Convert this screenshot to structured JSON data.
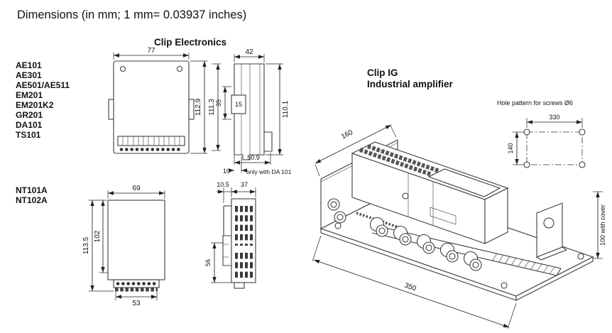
{
  "page": {
    "title": "Dimensions (in mm; 1 mm= 0.03937 inches)"
  },
  "clip_electronics": {
    "heading": "Clip Electronics",
    "models": [
      "AE101",
      "AE301",
      "AE501/AE511",
      "EM201",
      "EM201K2",
      "GR201",
      "DA101",
      "TS101"
    ],
    "front_view": {
      "dim_width": "77",
      "dim_height_outer": "112.9",
      "dim_height_inner": "111.3"
    },
    "side_view": {
      "dim_depth": "42",
      "dim_35": "35",
      "dim_15": "15",
      "dim_height": "110.1",
      "dim_50_9": "50.9",
      "dim_10": "10",
      "note": "only with DA 101"
    }
  },
  "nt_units": {
    "models": [
      "NT101A",
      "NT102A"
    ],
    "front_view": {
      "dim_width": "69",
      "dim_height_outer": "113.5",
      "dim_height_inner": "102",
      "dim_terminals": "53"
    },
    "side_view": {
      "dim_clip": "10.5",
      "dim_depth": "37",
      "dim_lower_height": "56"
    }
  },
  "clip_ig": {
    "heading_line1": "Clip IG",
    "heading_line2": "Industrial amplifier",
    "dim_depth": "160",
    "dim_width": "350",
    "dim_height_note": "100 with cover",
    "hole_pattern": {
      "label": "Hole pattern for screws Ø6",
      "dim_width": "330",
      "dim_height": "140"
    }
  }
}
